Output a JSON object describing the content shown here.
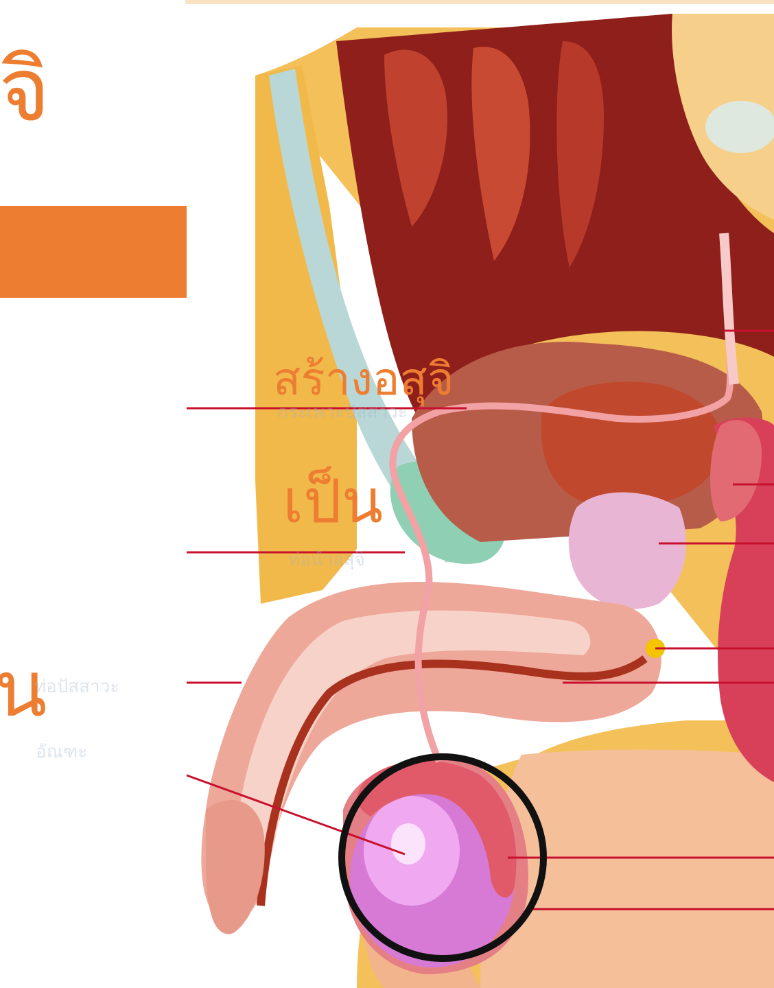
{
  "slide": {
    "heading": "ุจิ",
    "banner_color": "#ed7d31",
    "lines": [
      "สร้างอสุจิ",
      "เป็น",
      "น"
    ]
  },
  "faint_labels": [
    "กระเพาะปัสสาวะ",
    "ท่อนำอสุจิ",
    "ท่อปัสสาวะ",
    "อัณฑะ"
  ],
  "diagram": {
    "highlight": "testis-circle",
    "leader_color": "#c8102e"
  }
}
